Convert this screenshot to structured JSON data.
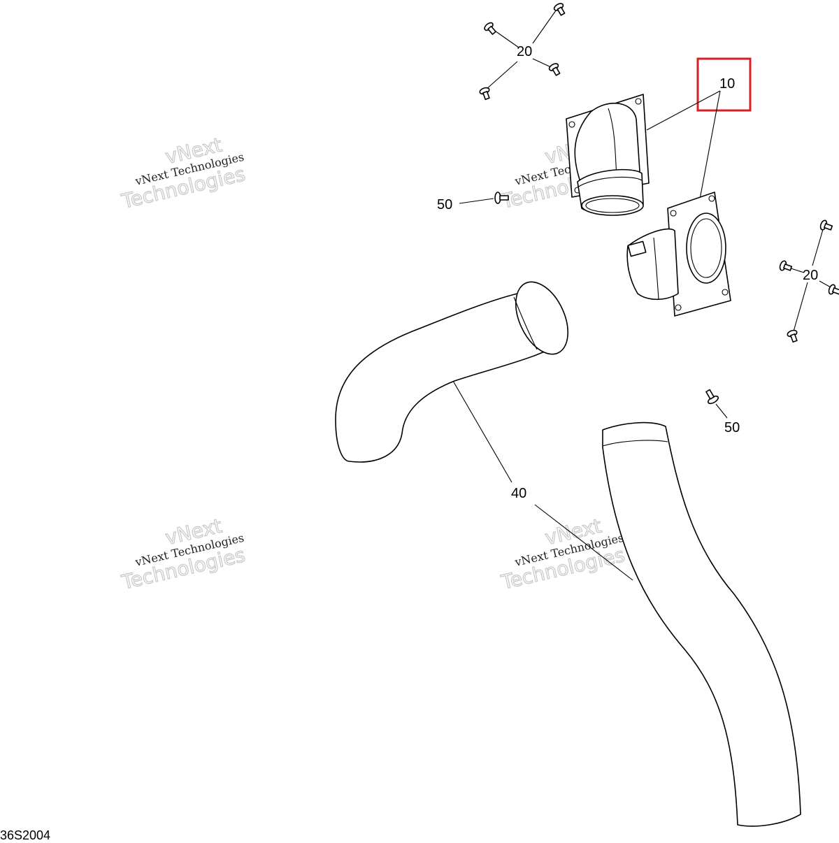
{
  "diagram": {
    "callouts": {
      "part_10": "10",
      "part_20_top": "20",
      "part_20_right": "20",
      "part_40": "40",
      "part_50_left": "50",
      "part_50_right": "50"
    },
    "drawing_code": "36S2004",
    "highlight_color": "#d62027",
    "watermarks": [
      {
        "line1": "vNext Technologies",
        "line2": "vNext",
        "line3": "Technologies"
      },
      {
        "line1": "vNext Technologies",
        "line2": "vNext",
        "line3": "Technologies"
      },
      {
        "line1": "vNext Technologies",
        "line2": "vNext",
        "line3": "Technologies"
      },
      {
        "line1": "vNext Technologies",
        "line2": "vNext",
        "line3": "Technologies"
      }
    ]
  }
}
